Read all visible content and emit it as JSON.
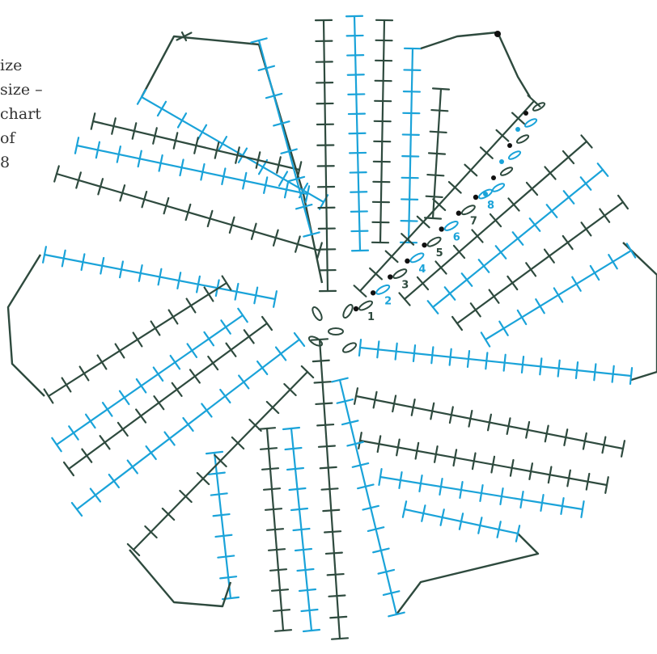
{
  "caption": {
    "lines": [
      "ize",
      "size –",
      "chart",
      "of",
      "8"
    ]
  },
  "round_labels": [
    "1",
    "2",
    "3",
    "4",
    "5",
    "6",
    "7",
    "8"
  ],
  "colors": {
    "dark": "#2e4a3e",
    "blue": "#1aa3d9",
    "black": "#111111",
    "text": "#333333"
  },
  "symbols": {
    "stitch": "cross",
    "chain": "oval",
    "slip_stitch": "dot"
  },
  "motif": {
    "sections": 6,
    "rows_per_section": 4
  }
}
